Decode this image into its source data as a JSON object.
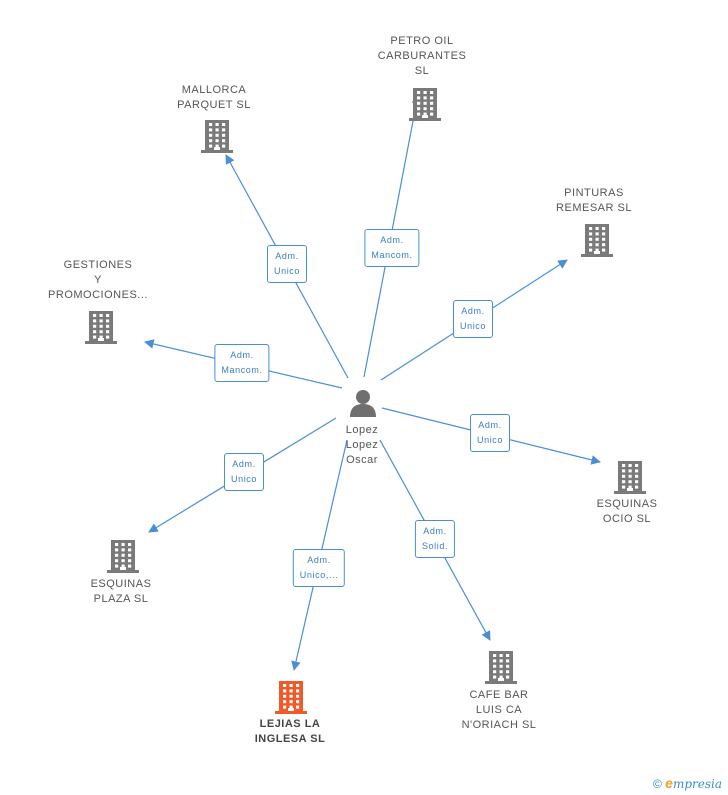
{
  "center": {
    "name_lines": [
      "Lopez",
      "Lopez",
      "Oscar"
    ],
    "icon": "person-icon"
  },
  "companies": [
    {
      "id": "petro-oil",
      "lines": [
        "PETRO OIL",
        "CARBURANTES",
        "SL"
      ],
      "role_lines": [
        "Adm.",
        "Mancom."
      ],
      "highlight": false
    },
    {
      "id": "mallorca-parquet",
      "lines": [
        "MALLORCA",
        "PARQUET SL"
      ],
      "role_lines": [
        "Adm.",
        "Unico"
      ],
      "highlight": false
    },
    {
      "id": "pinturas-remesar",
      "lines": [
        "PINTURAS",
        "REMESAR SL"
      ],
      "role_lines": [
        "Adm.",
        "Unico"
      ],
      "highlight": false
    },
    {
      "id": "gestiones-promociones",
      "lines": [
        "GESTIONES",
        "Y",
        "PROMOCIONES..."
      ],
      "role_lines": [
        "Adm.",
        "Mancom."
      ],
      "highlight": false
    },
    {
      "id": "esquinas-ocio",
      "lines": [
        "ESQUINAS",
        "OCIO SL"
      ],
      "role_lines": [
        "Adm.",
        "Unico"
      ],
      "highlight": false
    },
    {
      "id": "esquinas-plaza",
      "lines": [
        "ESQUINAS",
        "PLAZA SL"
      ],
      "role_lines": [
        "Adm.",
        "Unico"
      ],
      "highlight": false
    },
    {
      "id": "lejias-la-inglesa",
      "lines": [
        "LEJIAS LA",
        "INGLESA  SL"
      ],
      "role_lines": [
        "Adm.",
        "Unico,..."
      ],
      "highlight": true
    },
    {
      "id": "cafe-bar-luis",
      "lines": [
        "CAFE BAR",
        "LUIS CA",
        "N'ORIACH SL"
      ],
      "role_lines": [
        "Adm.",
        "Solid."
      ],
      "highlight": false
    }
  ],
  "colors": {
    "edge": "#4a8fd6",
    "building": "#7a7a7a",
    "building_highlight": "#f05a28",
    "person": "#6f6f6f"
  },
  "footer": {
    "copyright": "©",
    "brand_initial": "e",
    "brand_rest": "mpresia"
  }
}
